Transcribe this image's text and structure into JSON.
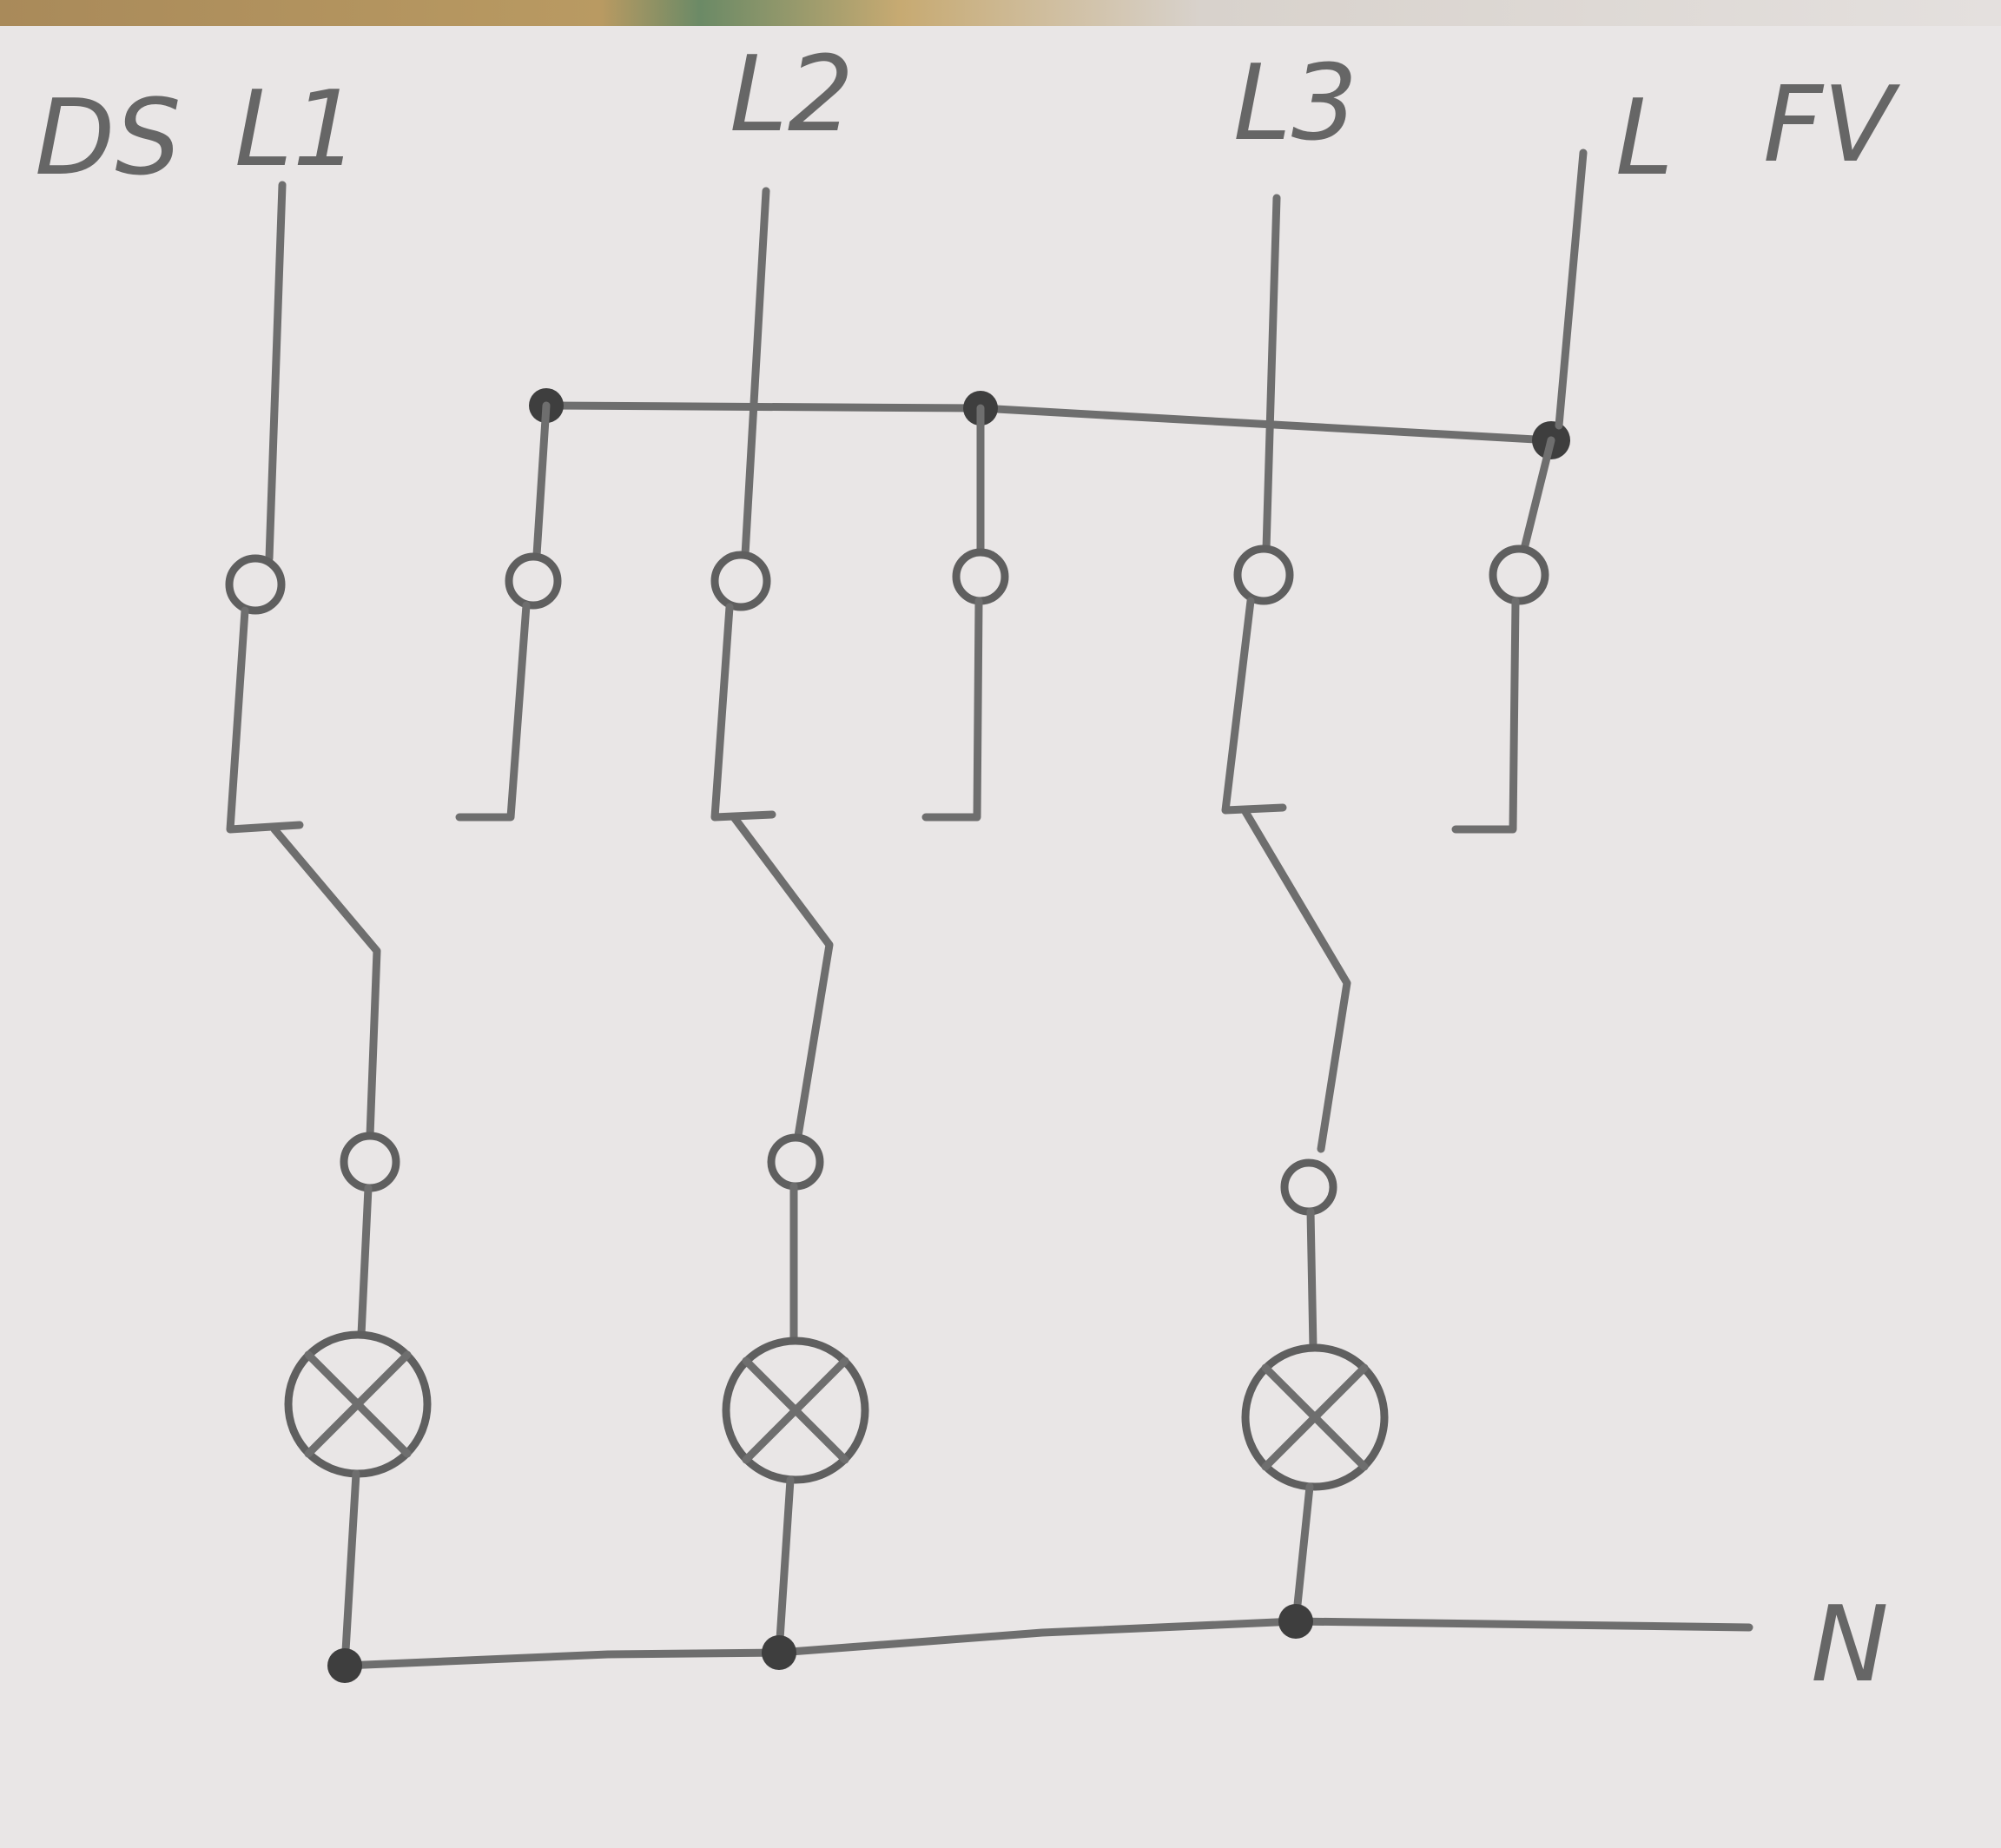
{
  "labels": {
    "ds": "DS",
    "l1": "L1",
    "l2": "L2",
    "l3": "L3",
    "l": "L",
    "fv": "FV",
    "n": "N"
  },
  "colors": {
    "paper": "#e9e6e6",
    "pencil": "#6e6e6e"
  }
}
